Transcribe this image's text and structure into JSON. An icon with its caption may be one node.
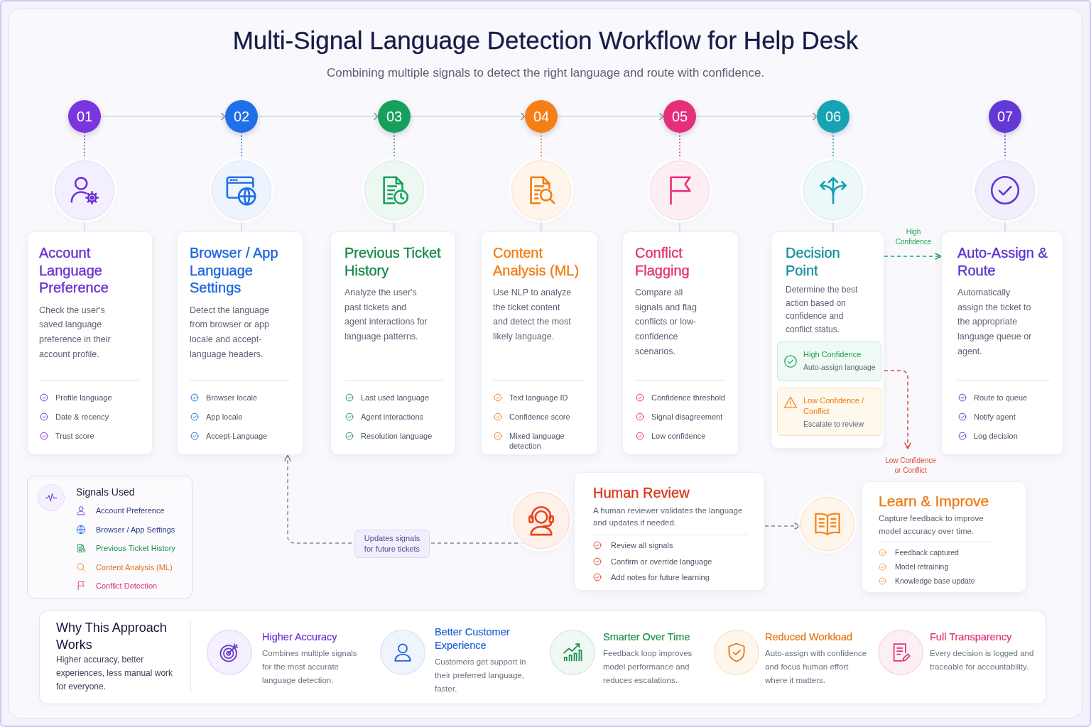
{
  "diagram": {
    "title": "Multi-Signal Language Detection Workflow for Help Desk",
    "caption": "Combining multiple signals to detect the right language and route with confidence.",
    "nodes": [
      {
        "text": [
          "01"
        ]
      },
      {
        "text": [
          "02"
        ]
      },
      {
        "text": [
          "03"
        ]
      },
      {
        "text": [
          "04"
        ]
      },
      {
        "text": [
          "05"
        ]
      },
      {
        "text": [
          "06"
        ]
      },
      {
        "text": [
          "07"
        ]
      },
      {
        "text": [],
        "shape": "circle"
      },
      {
        "text": [],
        "shape": "circle"
      },
      {
        "text": [],
        "shape": "circle"
      },
      {
        "text": [],
        "shape": "circle"
      },
      {
        "text": [],
        "shape": "circle"
      },
      {
        "text": [],
        "shape": "circle"
      },
      {
        "text": [],
        "shape": "circle"
      },
      {
        "text": [
          "Account Language Preference",
          "Check the user's saved language preference in their account profile.",
          "Profile language",
          "Date & recency",
          "Trust score"
        ]
      },
      {
        "text": [
          "Browser / App Language Settings",
          "Detect the language from browser or app locale and accept-language headers.",
          "Browser locale",
          "App locale",
          "Accept-Language"
        ]
      },
      {
        "text": [
          "Previous Ticket History",
          "Analyze the user's past tickets and agent interactions for language patterns.",
          "Last used language",
          "Agent interactions",
          "Resolution language"
        ]
      },
      {
        "text": [
          "Content Analysis (ML)",
          "Use NLP to analyze the ticket content and detect the most likely language.",
          "Text language ID",
          "Confidence score",
          "Mixed language detection"
        ]
      },
      {
        "text": [
          "Conflict Flagging",
          "Compare all signals and flag conflicts or low-confidence scenarios.",
          "Confidence threshold",
          "Signal disagreement",
          "Low confidence"
        ]
      },
      {
        "text": [
          "Decision Point",
          "Determine the best action based on confidence and conflict status."
        ]
      },
      {
        "text": [
          "Auto-Assign & Route",
          "Automatically assign the ticket to the appropriate language queue or agent.",
          "Route to queue",
          "Notify agent",
          "Log decision"
        ]
      },
      {
        "text": [
          "High Confidence",
          "Auto-assign language"
        ],
        "in": 19
      },
      {
        "text": [
          "Low Confidence / Conflict",
          "Escalate to review"
        ],
        "in": 19
      },
      {
        "text": [
          "Signals Used",
          "Account Preference",
          "Browser / App Settings",
          "Previous Ticket History",
          "Content Analysis (ML)",
          "Conflict Detection"
        ]
      },
      {
        "text": [],
        "shape": "circle"
      },
      {
        "text": [
          "Human Review",
          "A human reviewer validates the language and updates if needed.",
          "Review all signals",
          "Confirm or override language",
          "Add notes for future learning"
        ]
      },
      {
        "text": [],
        "shape": "circle"
      },
      {
        "text": [
          "Learn & Improve",
          "Capture feedback to improve model accuracy over time.",
          "Feedback captured",
          "Model retraining",
          "Knowledge base update"
        ]
      },
      {
        "text": [
          "Why This Approach Works",
          "Higher accuracy, better experiences, less manual work for everyone.",
          "Higher Accuracy",
          "Combines multiple signals for the most accurate language detection.",
          "Better Customer Experience",
          "Customers get support in their preferred language, faster.",
          "Smarter Over Time",
          "Feedback loop improves model performance and reduces escalations.",
          "Reduced Workload",
          "Auto-assign with confidence and focus human effort where it matters.",
          "Full Transparency",
          "Every decision is logged and traceable for accountability."
        ]
      }
    ],
    "edges": [
      {
        "from": 0,
        "to": 1,
        "arrow": "to"
      },
      {
        "from": 1,
        "to": 2,
        "arrow": "to"
      },
      {
        "from": 2,
        "to": 3,
        "arrow": "to"
      },
      {
        "from": 3,
        "to": 4,
        "arrow": "to"
      },
      {
        "from": 4,
        "to": 5,
        "arrow": "to"
      },
      {
        "from": 0,
        "to": 7,
        "arrow": "none",
        "style": "dashed",
        "color": "#8a4ee0"
      },
      {
        "from": 1,
        "to": 8,
        "arrow": "none",
        "style": "dashed",
        "color": "#2f7be6"
      },
      {
        "from": 2,
        "to": 9,
        "arrow": "none",
        "style": "dashed",
        "color": "#22a45e"
      },
      {
        "from": 3,
        "to": 10,
        "arrow": "none",
        "style": "dashed",
        "color": "#f28a2a"
      },
      {
        "from": 4,
        "to": 11,
        "arrow": "none",
        "style": "dashed",
        "color": "#e8447f"
      },
      {
        "from": 5,
        "to": 12,
        "arrow": "none",
        "style": "dashed",
        "color": "#1aa7b8"
      },
      {
        "from": 6,
        "to": 13,
        "arrow": "none",
        "style": "dashed",
        "color": "#6b45d6"
      },
      {
        "from": 7,
        "to": 14,
        "arrow": "none"
      },
      {
        "from": 8,
        "to": 15,
        "arrow": "none"
      },
      {
        "from": 9,
        "to": 16,
        "arrow": "none"
      },
      {
        "from": 10,
        "to": 17,
        "arrow": "none"
      },
      {
        "from": 11,
        "to": 18,
        "arrow": "none"
      },
      {
        "from": 12,
        "to": 19,
        "arrow": "none"
      },
      {
        "from": 13,
        "to": 20,
        "arrow": "none"
      },
      {
        "from": 19,
        "to": 20,
        "arrow": "to",
        "label": "High Confidence",
        "style": "dashed",
        "color": "#22a35a"
      },
      {
        "from": 19,
        "to": null,
        "arrow": "to",
        "label": "Low Confidence or Conflict",
        "style": "dashed",
        "color": "#e0443a"
      },
      {
        "from": 24,
        "to": 15,
        "arrow": "to",
        "label": "Updates signals for future tickets",
        "style": "dashed",
        "color": "#7d869a"
      },
      {
        "from": 25,
        "to": 26,
        "arrow": "to",
        "style": "dashed",
        "color": "#7d869a"
      }
    ]
  }
}
